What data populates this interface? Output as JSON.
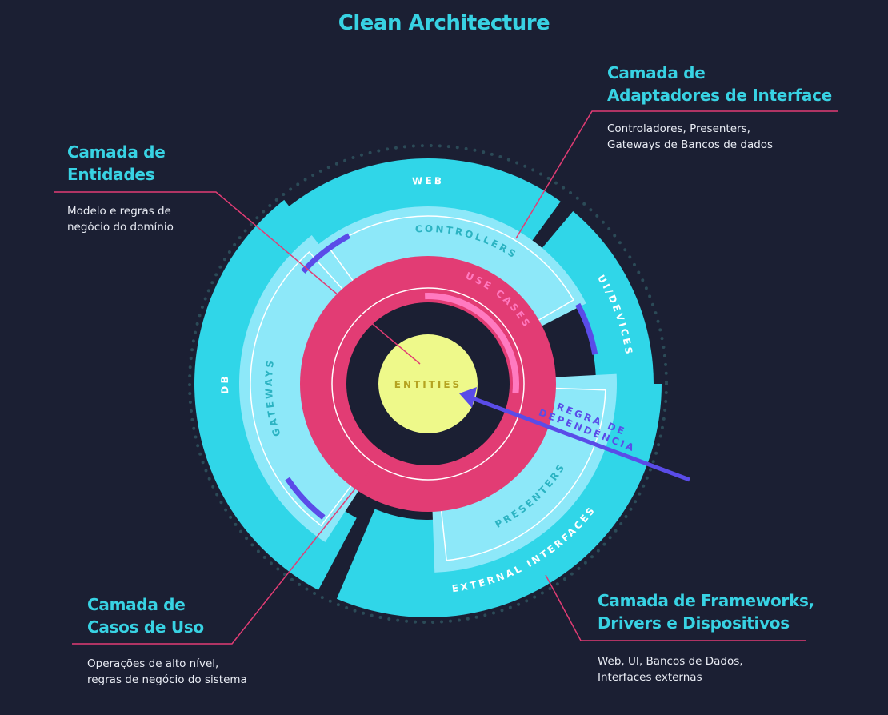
{
  "title": "Clean Architecture",
  "callouts": {
    "adapters": {
      "title_line1": "Camada de",
      "title_line2": "Adaptadores de Interface",
      "desc_line1": "Controladores, Presenters,",
      "desc_line2": "Gateways de Bancos de dados"
    },
    "entities": {
      "title_line1": "Camada de",
      "title_line2": "Entidades",
      "desc_line1": "Modelo e regras de",
      "desc_line2": "negócio do domínio"
    },
    "usecases": {
      "title_line1": "Camada de",
      "title_line2": "Casos de Uso",
      "desc_line1": "Operações de alto nível,",
      "desc_line2": "regras de negócio do sistema"
    },
    "frameworks": {
      "title_line1": "Camada de Frameworks,",
      "title_line2": "Drivers e Dispositivos",
      "desc_line1": "Web, UI, Bancos de Dados,",
      "desc_line2": "Interfaces externas"
    }
  },
  "diagram": {
    "entities": "ENTITIES",
    "use_cases": "USE CASES",
    "controllers": "CONTROLLERS",
    "gateways": "GATEWAYS",
    "presenters": "PRESENTERS",
    "web": "WEB",
    "ui_devices": "UI/DEVICES",
    "db": "DB",
    "external_interfaces": "EXTERNAL INTERFACES",
    "dependency_rule_line1": "REGRA DE",
    "dependency_rule_line2": "DEPENDÊNCIA"
  },
  "colors": {
    "background": "#1b1f33",
    "outer_ring": "#30d6e8",
    "adapter_ring": "#8de8f9",
    "usecase_ring": "#e23c74",
    "usecase_accent": "#ff7ac0",
    "entities_core": "#eef98a",
    "entities_text": "#b5a321",
    "dependency_arrow": "#5a4ce8",
    "leader_line": "#e23c74",
    "heading": "#38d2e3"
  },
  "icons": []
}
